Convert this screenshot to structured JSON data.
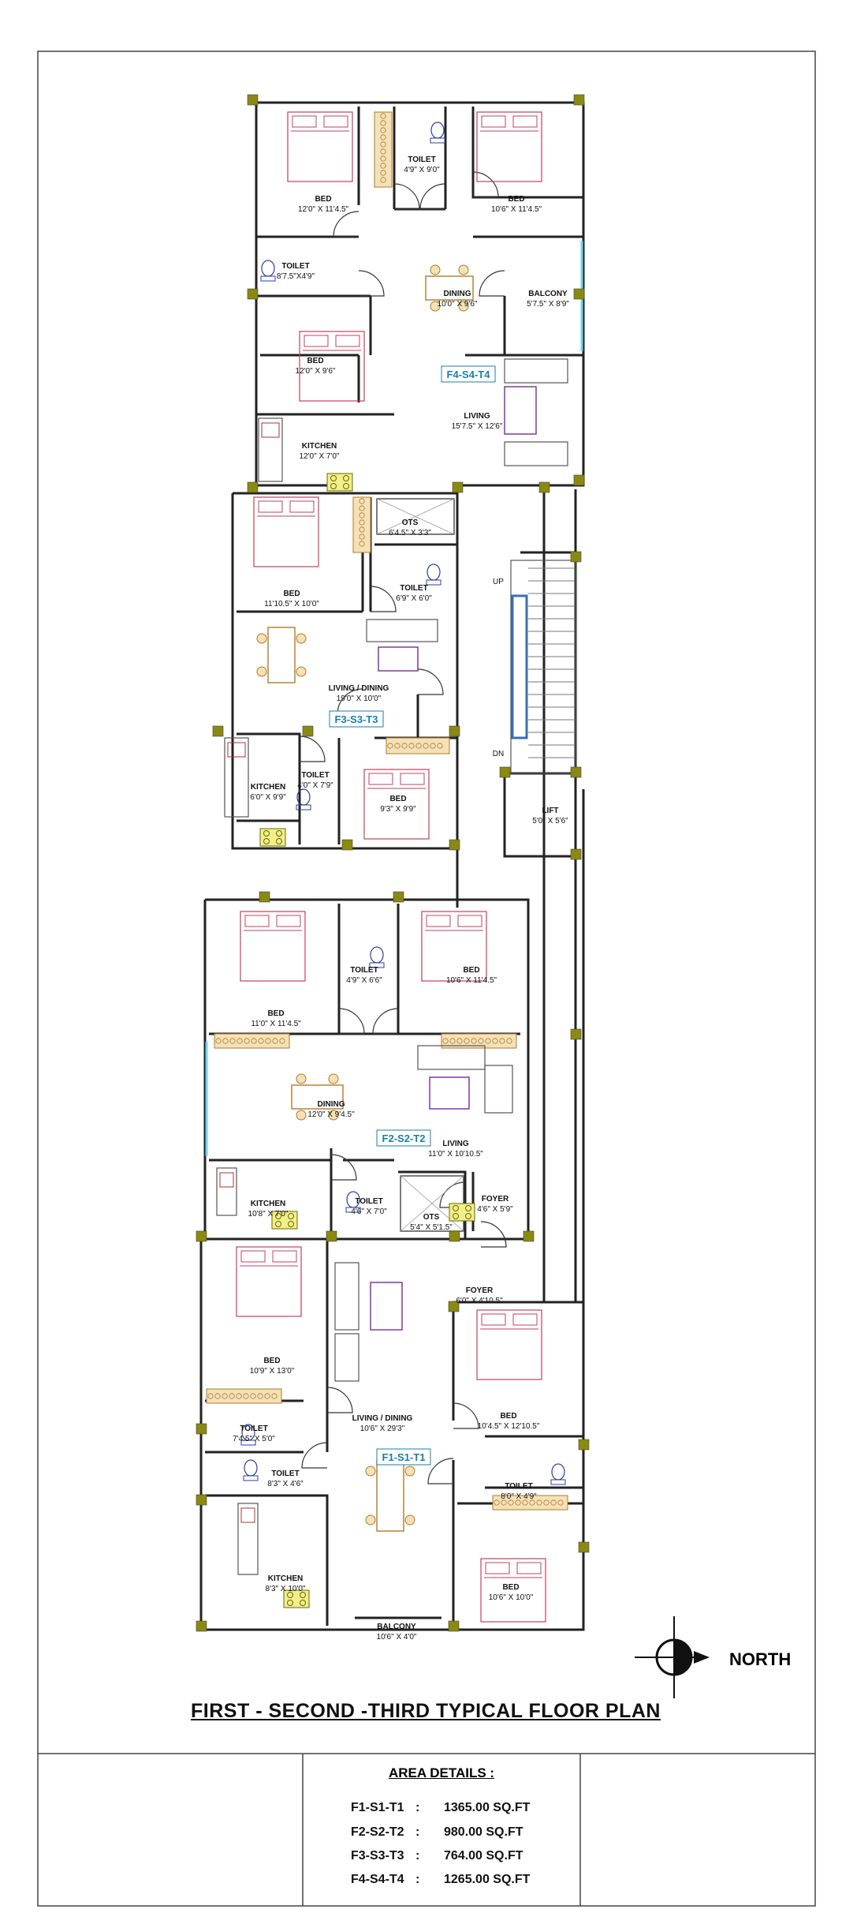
{
  "plan_title": "FIRST - SECOND -THIRD TYPICAL  FLOOR PLAN",
  "north_label": "NORTH",
  "area_details": {
    "heading": "AREA DETAILS :",
    "separator": ":",
    "rows": [
      {
        "unit": "F1-S1-T1",
        "area": "1365.00 SQ.FT"
      },
      {
        "unit": "F2-S2-T2",
        "area": "980.00 SQ.FT"
      },
      {
        "unit": "F3-S3-T3",
        "area": "764.00 SQ.FT"
      },
      {
        "unit": "F4-S4-T4",
        "area": "1265.00 SQ.FT"
      }
    ]
  },
  "unit_tags": [
    "F4-S4-T4",
    "F3-S3-T3",
    "F2-S2-T2",
    "F1-S1-T1"
  ],
  "stair_labels": {
    "up": "UP",
    "dn": "DN"
  },
  "rooms": [
    {
      "name": "BED",
      "size": "12'0\" X 11'4.5\""
    },
    {
      "name": "TOILET",
      "size": "4'9\" X 9'0\""
    },
    {
      "name": "BED",
      "size": "10'6\" X 11'4.5\""
    },
    {
      "name": "TOILET",
      "size": "8'7.5\"X4'9\""
    },
    {
      "name": "DINING",
      "size": "10'0\" X 9'6\""
    },
    {
      "name": "BALCONY",
      "size": "5'7.5\" X 8'9\""
    },
    {
      "name": "BED",
      "size": "12'0\" X 9'6\""
    },
    {
      "name": "LIVING",
      "size": "15'7.5\" X 12'6\""
    },
    {
      "name": "KITCHEN",
      "size": "12'0\" X 7'0\""
    },
    {
      "name": "OTS",
      "size": "6'4.5\" X 3'3\""
    },
    {
      "name": "BED",
      "size": "11'10.5\" X 10'0\""
    },
    {
      "name": "TOILET",
      "size": "6'9\" X 6'0\""
    },
    {
      "name": "LIVING / DINING",
      "size": "19'0\" X 10'0\""
    },
    {
      "name": "KITCHEN",
      "size": "6'0\" X 9'9\""
    },
    {
      "name": "TOILET",
      "size": "4'0\" X 7'9\""
    },
    {
      "name": "BED",
      "size": "9'3\" X 9'9\""
    },
    {
      "name": "LIFT",
      "size": "5'0\" X 5'6\""
    },
    {
      "name": "BED",
      "size": "11'0\" X 11'4.5\""
    },
    {
      "name": "TOILET",
      "size": "4'9\" X 6'6\""
    },
    {
      "name": "BED",
      "size": "10'6\" X 11'4.5\""
    },
    {
      "name": "DINING",
      "size": "12'0\" X 9'4.5\""
    },
    {
      "name": "LIVING",
      "size": "11'0\" X 10'10.5\""
    },
    {
      "name": "KITCHEN",
      "size": "10'8\" X 7'0\""
    },
    {
      "name": "TOILET",
      "size": "4'6\" X 7'0\""
    },
    {
      "name": "OTS",
      "size": "5'4\" X 5'1.5\""
    },
    {
      "name": "FOYER",
      "size": "4'6\" X 5'9\""
    },
    {
      "name": "FOYER",
      "size": "6'0\" X 4'10.5\""
    },
    {
      "name": "BED",
      "size": "10'9\" X 13'0\""
    },
    {
      "name": "BED",
      "size": "10'4.5\" X 12'10.5\""
    },
    {
      "name": "LIVING / DINING",
      "size": "10'6\" X 29'3\""
    },
    {
      "name": "TOILET",
      "size": "7'4.5\" X 5'0\""
    },
    {
      "name": "TOILET",
      "size": "8'3\" X 4'6\""
    },
    {
      "name": "TOILET",
      "size": "8'0\" X 4'9\""
    },
    {
      "name": "KITCHEN",
      "size": "8'3\" X 10'0\""
    },
    {
      "name": "BALCONY",
      "size": "10'6\" X 4'0\""
    },
    {
      "name": "BED",
      "size": "10'6\" X 10'0\""
    }
  ],
  "colors": {
    "wall": "#222222",
    "column": "#8a8a10",
    "tag": "#1a7fa8",
    "bed": "#c04060",
    "furniture": "#b07a2a",
    "stair": "#3a6fb0",
    "glass": "#6fd7e8"
  }
}
